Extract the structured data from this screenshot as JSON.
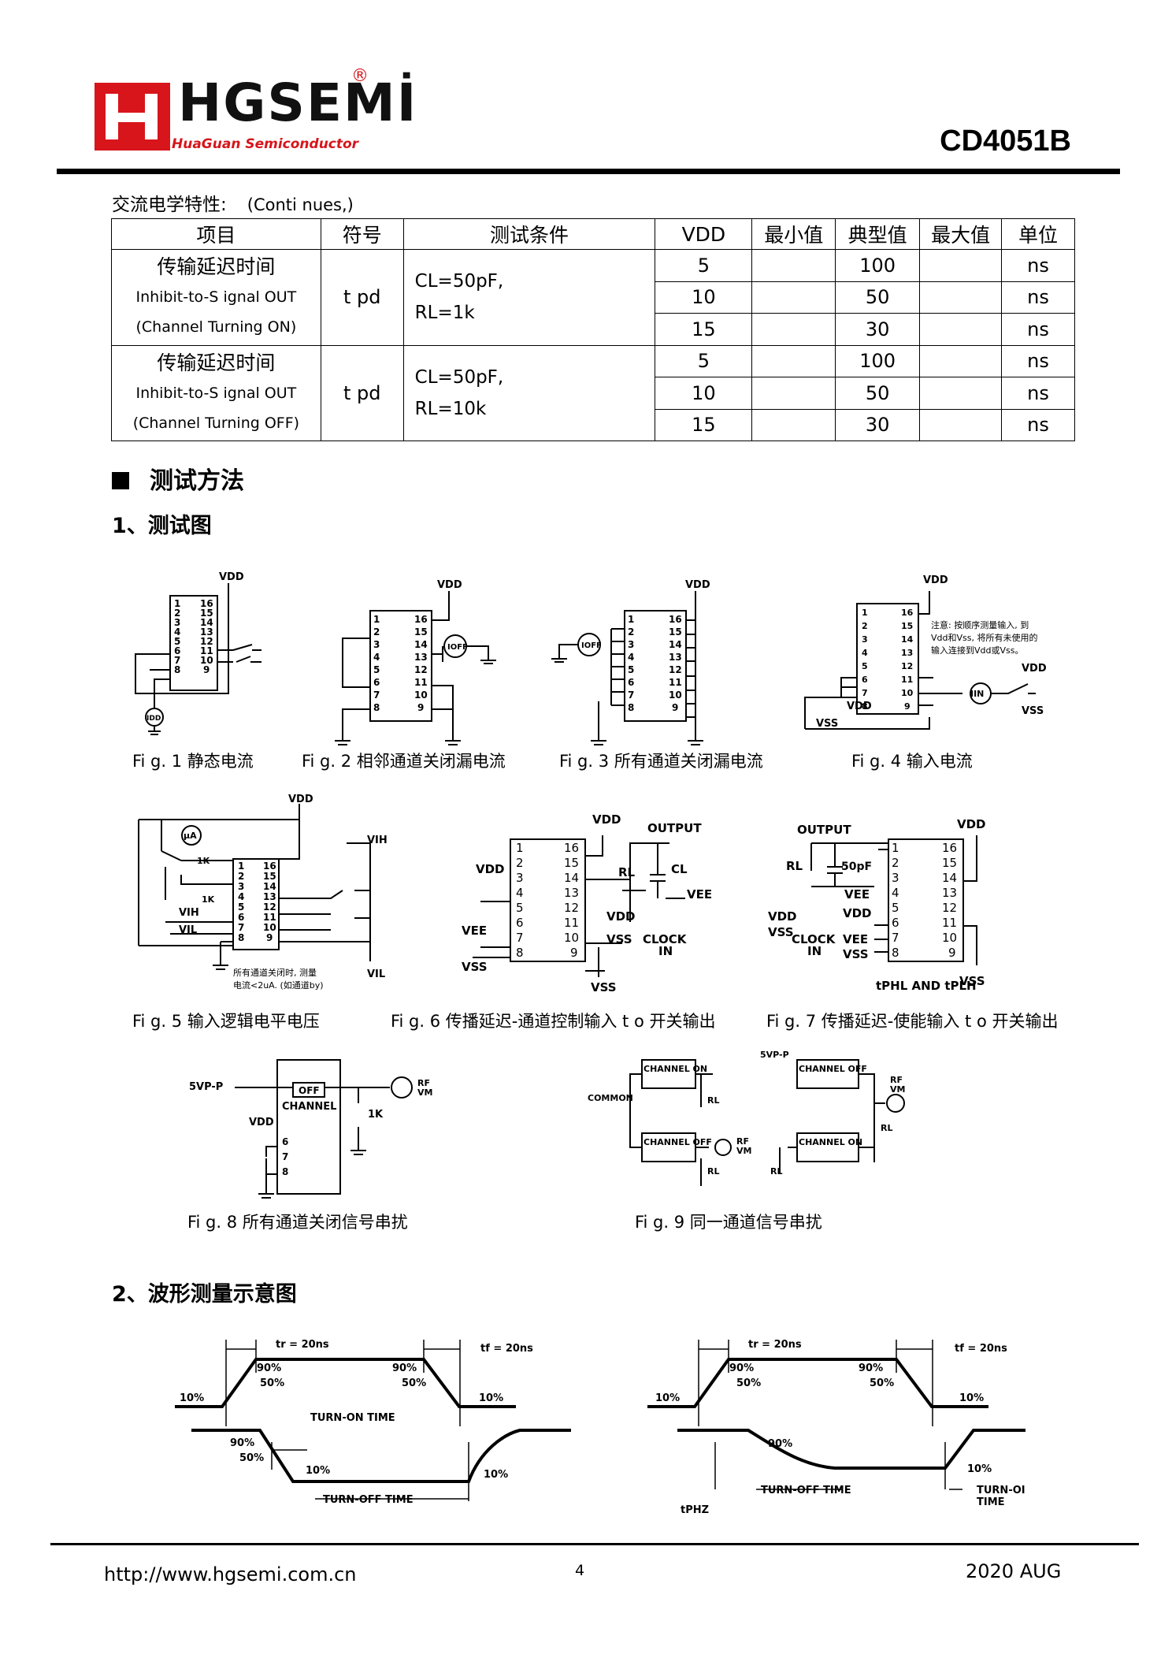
{
  "header": {
    "logo_text": "HGSEMİ",
    "logo_sub": "HuaGuan Semiconductor",
    "logo_reg": "®",
    "part_number": "CD4051B"
  },
  "ac_section": {
    "title": "交流电学特性:",
    "continues": "(Conti nues,)"
  },
  "table": {
    "headers": [
      "项目",
      "符号",
      "测试条件",
      "VDD",
      "最小值",
      "典型值",
      "最大值",
      "单位"
    ],
    "groups": [
      {
        "item_cn": "传输延迟时间",
        "item_en1": "Inhibit-to-S ignal OUT",
        "item_en2": "(Channel Turning ON)",
        "symbol": "t pd",
        "cond1": "CL=50pF,",
        "cond2": "RL=1k",
        "rows": [
          {
            "vdd": "5",
            "min": "",
            "typ": "100",
            "max": "",
            "unit": "ns"
          },
          {
            "vdd": "10",
            "min": "",
            "typ": "50",
            "max": "",
            "unit": "ns"
          },
          {
            "vdd": "15",
            "min": "",
            "typ": "30",
            "max": "",
            "unit": "ns"
          }
        ]
      },
      {
        "item_cn": "传输延迟时间",
        "item_en1": "Inhibit-to-S ignal OUT",
        "item_en2": "(Channel Turning OFF)",
        "symbol": "t pd",
        "cond1": "CL=50pF,",
        "cond2": "RL=10k",
        "rows": [
          {
            "vdd": "5",
            "min": "",
            "typ": "100",
            "max": "",
            "unit": "ns"
          },
          {
            "vdd": "10",
            "min": "",
            "typ": "50",
            "max": "",
            "unit": "ns"
          },
          {
            "vdd": "15",
            "min": "",
            "typ": "30",
            "max": "",
            "unit": "ns"
          }
        ]
      }
    ]
  },
  "test_method": {
    "title": "测试方法",
    "sub1": "1、测试图",
    "sub2": "2、波形测量示意图"
  },
  "figures": {
    "fig1": "Fi g. 1 静态电流",
    "fig2": "Fi g. 2 相邻通道关闭漏电流",
    "fig3": "Fi g. 3 所有通道关闭漏电流",
    "fig4": "Fi g. 4 输入电流",
    "fig5": "Fi g. 5 输入逻辑电平电压",
    "fig6": "Fi g. 6 传播延迟-通道控制输入 t o 开关输出",
    "fig7": "Fi g. 7 传播延迟-使能输入 t o 开关输出",
    "fig8": "Fi g. 8 所有通道关闭信号串扰",
    "fig9": "Fi g. 9 同一通道信号串扰"
  },
  "diagram_labels": {
    "vdd": "VDD",
    "vss": "VSS",
    "vee": "VEE",
    "idd": "IDD",
    "ioff": "IOFF",
    "iin": "IIN",
    "output": "OUTPUT",
    "clock": "CLOCK",
    "in": "IN",
    "cl": "CL",
    "rl": "RL",
    "cap50": "50pF",
    "tphl": "tPHL AND tPLH",
    "vih": "VIH",
    "vil": "VIL",
    "ua": "μA",
    "k1": "1K",
    "note4_1": "注意: 按顺序测量输入, 到",
    "note4_2": "Vdd和Vss, 将所有未使用的",
    "note4_3": "输入连接到Vdd或Vss。",
    "note5_1": "所有通道关闭时, 测量",
    "note5_2": "电流<2uA. (如通道by)",
    "vpp": "5VP-P",
    "off": "OFF",
    "channel": "CHANNEL",
    "rf": "RF",
    "vm": "VM",
    "channel_on": "CHANNEL ON",
    "channel_off": "CHANNEL OFF",
    "common": "COMMON"
  },
  "waveform_labels": {
    "tr": "tr = 20ns",
    "tf": "tf = 20ns",
    "p90": "90%",
    "p50": "50%",
    "p10": "10%",
    "turn_on": "TURN-ON TIME",
    "turn_off": "TURN-OFF TIME",
    "turn_oi": "TURN-OI",
    "time": "TIME",
    "tphz": "tPHZ"
  },
  "footer": {
    "url": "http://www.hgsemi.com.cn",
    "page": "4",
    "date": "2020 AUG"
  }
}
